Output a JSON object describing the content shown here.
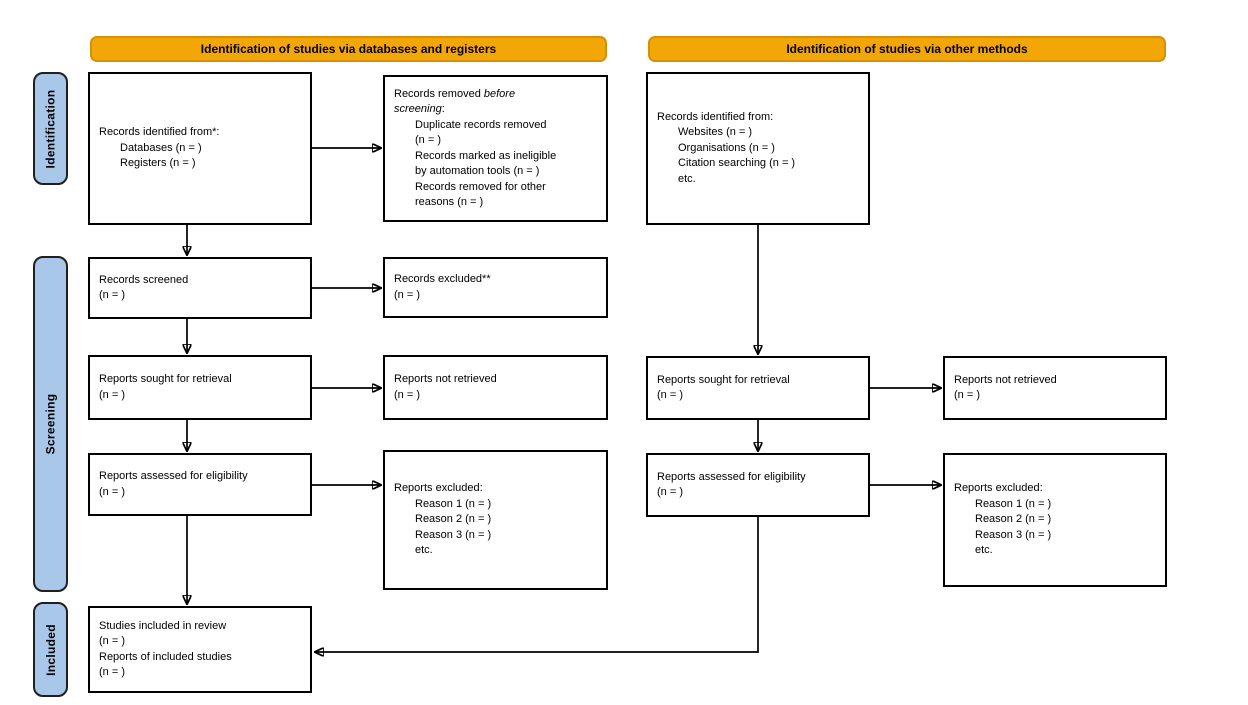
{
  "banners": {
    "databases": "Identification of studies via databases and registers",
    "other": "Identification of studies via other methods"
  },
  "stage_labels": {
    "identification": "Identification",
    "screening": "Screening",
    "included": "Included"
  },
  "colors": {
    "banner_fill": "#F2A707",
    "banner_border": "#D68F06",
    "stage_fill": "#A9C7E8",
    "box_border": "#000000",
    "arrow": "#000000"
  },
  "boxes": {
    "records_identified_db": {
      "lines": [
        {
          "indent": 0,
          "segs": [
            {
              "t": "Records identified from*:"
            }
          ]
        },
        {
          "indent": 1,
          "segs": [
            {
              "t": "Databases (n = )"
            }
          ]
        },
        {
          "indent": 1,
          "segs": [
            {
              "t": "Registers (n = )"
            }
          ]
        }
      ]
    },
    "records_removed": {
      "lines": [
        {
          "indent": 0,
          "segs": [
            {
              "t": "Records removed "
            },
            {
              "t": "before",
              "i": true
            }
          ]
        },
        {
          "indent": 0,
          "segs": [
            {
              "t": "screening",
              "i": true
            },
            {
              "t": ":"
            }
          ]
        },
        {
          "indent": 1,
          "segs": [
            {
              "t": "Duplicate records removed"
            }
          ]
        },
        {
          "indent": 1,
          "segs": [
            {
              "t": "(n = )"
            }
          ]
        },
        {
          "indent": 1,
          "segs": [
            {
              "t": "Records marked as ineligible"
            }
          ]
        },
        {
          "indent": 1,
          "segs": [
            {
              "t": "by automation tools (n = )"
            }
          ]
        },
        {
          "indent": 1,
          "segs": [
            {
              "t": "Records removed for other"
            }
          ]
        },
        {
          "indent": 1,
          "segs": [
            {
              "t": "reasons (n = )"
            }
          ]
        }
      ]
    },
    "records_identified_other": {
      "lines": [
        {
          "indent": 0,
          "segs": [
            {
              "t": "Records identified from:"
            }
          ]
        },
        {
          "indent": 1,
          "segs": [
            {
              "t": "Websites (n = )"
            }
          ]
        },
        {
          "indent": 1,
          "segs": [
            {
              "t": "Organisations (n = )"
            }
          ]
        },
        {
          "indent": 1,
          "segs": [
            {
              "t": "Citation searching (n = )"
            }
          ]
        },
        {
          "indent": 1,
          "segs": [
            {
              "t": "etc."
            }
          ]
        }
      ]
    },
    "records_screened": {
      "lines": [
        {
          "indent": 0,
          "segs": [
            {
              "t": "Records screened"
            }
          ]
        },
        {
          "indent": 0,
          "segs": [
            {
              "t": "(n = )"
            }
          ]
        }
      ]
    },
    "records_excluded": {
      "lines": [
        {
          "indent": 0,
          "segs": [
            {
              "t": "Records excluded**"
            }
          ]
        },
        {
          "indent": 0,
          "segs": [
            {
              "t": "(n = )"
            }
          ]
        }
      ]
    },
    "reports_sought_db": {
      "lines": [
        {
          "indent": 0,
          "segs": [
            {
              "t": "Reports sought for retrieval"
            }
          ]
        },
        {
          "indent": 0,
          "segs": [
            {
              "t": "(n = )"
            }
          ]
        }
      ]
    },
    "reports_not_retrieved_db": {
      "lines": [
        {
          "indent": 0,
          "segs": [
            {
              "t": "Reports not retrieved"
            }
          ]
        },
        {
          "indent": 0,
          "segs": [
            {
              "t": "(n = )"
            }
          ]
        }
      ]
    },
    "reports_sought_other": {
      "lines": [
        {
          "indent": 0,
          "segs": [
            {
              "t": "Reports sought for retrieval"
            }
          ]
        },
        {
          "indent": 0,
          "segs": [
            {
              "t": "(n = )"
            }
          ]
        }
      ]
    },
    "reports_not_retrieved_other": {
      "lines": [
        {
          "indent": 0,
          "segs": [
            {
              "t": "Reports not retrieved"
            }
          ]
        },
        {
          "indent": 0,
          "segs": [
            {
              "t": "(n = )"
            }
          ]
        }
      ]
    },
    "reports_assessed_db": {
      "lines": [
        {
          "indent": 0,
          "segs": [
            {
              "t": "Reports assessed for eligibility"
            }
          ]
        },
        {
          "indent": 0,
          "segs": [
            {
              "t": "(n = )"
            }
          ]
        }
      ]
    },
    "reports_excluded_db": {
      "lines": [
        {
          "indent": 0,
          "segs": [
            {
              "t": "Reports excluded:"
            }
          ]
        },
        {
          "indent": 1,
          "segs": [
            {
              "t": "Reason 1 (n = )"
            }
          ]
        },
        {
          "indent": 1,
          "segs": [
            {
              "t": "Reason 2 (n = )"
            }
          ]
        },
        {
          "indent": 1,
          "segs": [
            {
              "t": "Reason 3 (n = )"
            }
          ]
        },
        {
          "indent": 1,
          "segs": [
            {
              "t": "etc."
            }
          ]
        }
      ]
    },
    "reports_assessed_other": {
      "lines": [
        {
          "indent": 0,
          "segs": [
            {
              "t": "Reports assessed for eligibility"
            }
          ]
        },
        {
          "indent": 0,
          "segs": [
            {
              "t": "(n = )"
            }
          ]
        }
      ]
    },
    "reports_excluded_other": {
      "lines": [
        {
          "indent": 0,
          "segs": [
            {
              "t": "Reports excluded:"
            }
          ]
        },
        {
          "indent": 1,
          "segs": [
            {
              "t": "Reason 1 (n = )"
            }
          ]
        },
        {
          "indent": 1,
          "segs": [
            {
              "t": "Reason 2 (n = )"
            }
          ]
        },
        {
          "indent": 1,
          "segs": [
            {
              "t": "Reason 3 (n = )"
            }
          ]
        },
        {
          "indent": 1,
          "segs": [
            {
              "t": "etc."
            }
          ]
        }
      ]
    },
    "studies_included": {
      "lines": [
        {
          "indent": 0,
          "segs": [
            {
              "t": "Studies included in review"
            }
          ]
        },
        {
          "indent": 0,
          "segs": [
            {
              "t": "(n = )"
            }
          ]
        },
        {
          "indent": 0,
          "segs": [
            {
              "t": "Reports of included studies"
            }
          ]
        },
        {
          "indent": 0,
          "segs": [
            {
              "t": "(n = )"
            }
          ]
        }
      ]
    }
  }
}
